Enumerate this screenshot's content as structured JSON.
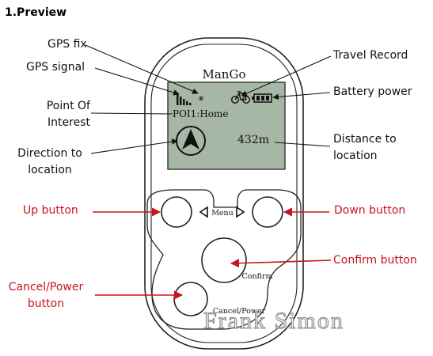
{
  "title": "1.Preview",
  "device": {
    "brand": "ManGo",
    "screen": {
      "poi_text": "POI1:Home",
      "distance": "432m"
    },
    "menu_label": "Menu",
    "confirm_label": "Confirm",
    "cancel_power_label": "Cancel/Power"
  },
  "labels": {
    "gps_fix": "GPS fix",
    "gps_signal": "GPS signal",
    "poi_line1": "Point Of",
    "poi_line2": "Interest",
    "direction_line1": "Direction to",
    "direction_line2": "location",
    "travel_record": "Travel Record",
    "battery_power": "Battery power",
    "distance_line1": "Distance to",
    "distance_line2": "location",
    "up_button": "Up  button",
    "down_button": "Down button",
    "confirm_button": "Confirm button",
    "cancel_line1": "Cancel/Power",
    "cancel_line2": "button"
  },
  "watermark": "Frank Simon",
  "colors": {
    "screen": "#a7b7a5",
    "callout_black": "#111111",
    "callout_red": "#c8141e"
  }
}
